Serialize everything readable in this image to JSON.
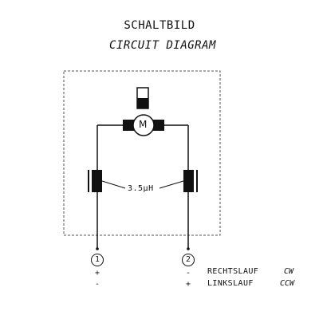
{
  "title_de": "SCHALTBILD",
  "title_en": "CIRCUIT DIAGRAM",
  "motor_label": "M",
  "inductance_label": "3.5µH",
  "terminals": [
    {
      "number": "1",
      "row1_sign": "+",
      "row2_sign": "-"
    },
    {
      "number": "2",
      "row1_sign": "-",
      "row2_sign": "+"
    }
  ],
  "directions": [
    {
      "label": "RECHTSLAUF",
      "abbr": "CW"
    },
    {
      "label": "LINKSLAUF",
      "abbr": "CCW"
    }
  ]
}
